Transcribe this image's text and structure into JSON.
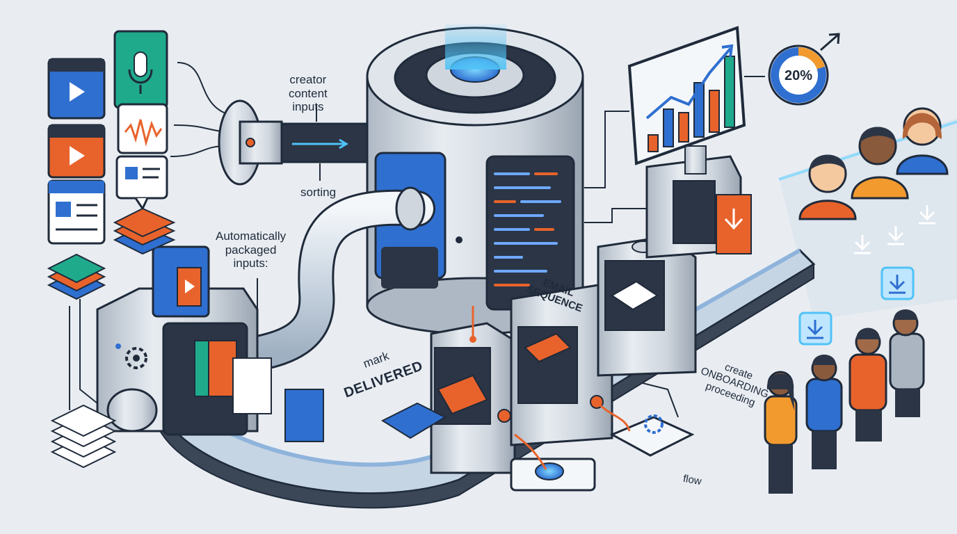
{
  "labels": {
    "creator_content_inputs": "creator\ncontent\ninputs",
    "sorting": "sorting",
    "automatically_packaged_inputs": "Automatically\npackaged\ninputs:",
    "email_sequence": "EMAIL\nSEQUENCE",
    "mark": "mark",
    "delivered": "DELIVERED",
    "create_onboarding": "create\nONBOARDING\nproceeding",
    "flow": "flow"
  },
  "chart": {
    "percent_readout": "20%",
    "bar_levels": [
      0.2,
      0.45,
      0.35,
      0.65,
      0.5,
      0.85
    ],
    "bar_colors": [
      "#e8632b",
      "#2f6fd0",
      "#e8632b",
      "#2f6fd0",
      "#e8632b",
      "#1faa8c"
    ],
    "donut_fraction": 0.2
  },
  "colors": {
    "accent_blue": "#2f6fd0",
    "accent_orange": "#e8632b",
    "accent_teal": "#1faa8c",
    "outline": "#1f2a3a",
    "machine_grey": "#cfd6de",
    "background": "#e9edf2"
  },
  "icons": {
    "video": "video-file-icon",
    "microphone": "microphone-icon",
    "audio": "audio-waveform-icon",
    "chat": "chat-bubble-icon",
    "webpage": "webpage-icon",
    "layers": "layers-stack-icon",
    "documents": "document-stack-icon",
    "gear": "gear-icon",
    "download": "download-icon",
    "growth_arrow": "growth-arrow-icon"
  }
}
